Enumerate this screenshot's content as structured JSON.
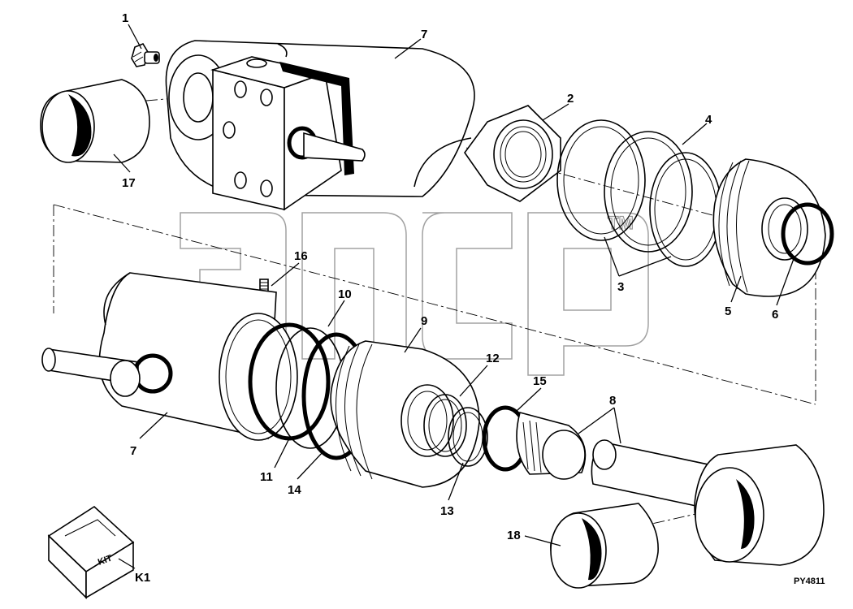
{
  "diagram": {
    "callouts": {
      "p1": "1",
      "p2": "2",
      "p3": "3",
      "p4": "4",
      "p5": "5",
      "p6": "6",
      "p7_top": "7",
      "p7_bottom": "7",
      "p8": "8",
      "p9": "9",
      "p10": "10",
      "p11": "11",
      "p12": "12",
      "p13": "13",
      "p14": "14",
      "p15": "15",
      "p16": "16",
      "p17": "17",
      "p18": "18",
      "k1": "K1"
    },
    "kit_box_label": "KIT",
    "watermark_tm": "TM",
    "drawing_code": "PY4811"
  }
}
